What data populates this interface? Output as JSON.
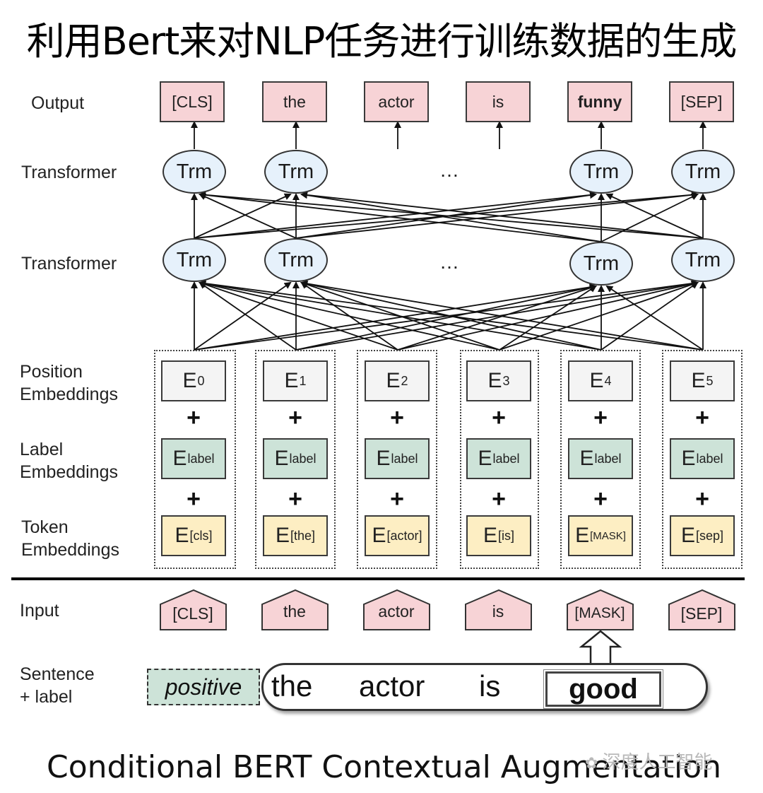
{
  "title": "利用Bert来对NLP任务进行训练数据的生成",
  "row_labels": {
    "output": "Output",
    "transformer_top": "Transformer",
    "transformer_bottom": "Transformer",
    "position_1": "Position",
    "position_2": "Embeddings",
    "label_1": "Label",
    "label_2": "Embeddings",
    "token_1": "Token",
    "token_2": "Embeddings",
    "input": "Input",
    "sentence_1": "Sentence",
    "sentence_2": "+ label"
  },
  "outputs": [
    "[CLS]",
    "the",
    "actor",
    "is",
    "funny",
    "[SEP]"
  ],
  "trm_label": "Trm",
  "ellipsis": "…",
  "plus": "+",
  "position_embeddings": [
    {
      "base": "E",
      "sub": "0"
    },
    {
      "base": "E",
      "sub": "1"
    },
    {
      "base": "E",
      "sub": "2"
    },
    {
      "base": "E",
      "sub": "3"
    },
    {
      "base": "E",
      "sub": "4"
    },
    {
      "base": "E",
      "sub": "5"
    }
  ],
  "label_embeddings": [
    {
      "base": "E",
      "sub": "label"
    },
    {
      "base": "E",
      "sub": "label"
    },
    {
      "base": "E",
      "sub": "label"
    },
    {
      "base": "E",
      "sub": "label"
    },
    {
      "base": "E",
      "sub": "label"
    },
    {
      "base": "E",
      "sub": "label"
    }
  ],
  "token_embeddings": [
    {
      "base": "E",
      "sub": "[cls]"
    },
    {
      "base": "E",
      "sub": "[the]"
    },
    {
      "base": "E",
      "sub": "[actor]"
    },
    {
      "base": "E",
      "sub": "[is]"
    },
    {
      "base": "E",
      "sub": "[MASK]"
    },
    {
      "base": "E",
      "sub": "[sep]"
    }
  ],
  "inputs": [
    "[CLS]",
    "the",
    "actor",
    "is",
    "[MASK]",
    "[SEP]"
  ],
  "sentence": {
    "label": "positive",
    "words": [
      "the",
      "actor",
      "is"
    ],
    "masked_word": "good"
  },
  "caption": "Conditional BERT Contextual Augmentation",
  "watermark": "深度人工智能",
  "colors": {
    "output_box": "#f7d3d6",
    "trm": "#e6f1fb",
    "position": "#f4f4f4",
    "label": "#cde3d8",
    "token": "#fdeec3"
  }
}
